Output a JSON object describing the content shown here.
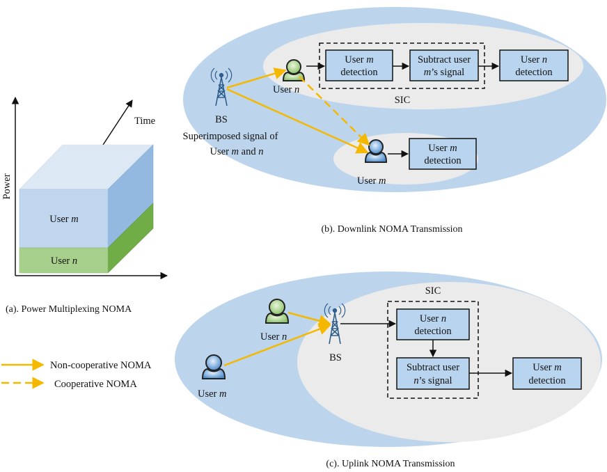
{
  "panel_a": {
    "axis_y": "Power",
    "axis_z": "Time",
    "layer_top": {
      "name": "User",
      "var": "m"
    },
    "layer_bottom": {
      "name": "User",
      "var": "n"
    },
    "caption": "(a).  Power Multiplexing  NOMA"
  },
  "legend": {
    "solid": "Non-cooperative NOMA",
    "dashed": "Cooperative NOMA",
    "color": "#f5b800"
  },
  "panel_b": {
    "bs": "BS",
    "superimposed_1": "Superimposed signal of",
    "superimposed_2": {
      "prefix": "User ",
      "m": "m",
      "mid": " and ",
      "n": "n"
    },
    "user_n": {
      "name": "User",
      "var": "n"
    },
    "user_m": {
      "name": "User",
      "var": "m"
    },
    "box1": {
      "l1a": "User ",
      "l1v": "m",
      "l2": "detection"
    },
    "box2": {
      "l1": "Subtract user",
      "l2v": "m",
      "l2b": "’s signal"
    },
    "box3": {
      "l1a": "User ",
      "l1v": "n",
      "l2": "detection"
    },
    "box4": {
      "l1a": "User ",
      "l1v": "m",
      "l2": "detection"
    },
    "sic": "SIC",
    "caption": "(b). Downlink NOMA Transmission"
  },
  "panel_c": {
    "bs": "BS",
    "sic": "SIC",
    "user_n": {
      "name": "User",
      "var": "n"
    },
    "user_m": {
      "name": "User",
      "var": "m"
    },
    "box1": {
      "l1a": "User ",
      "l1v": "n",
      "l2": "detection"
    },
    "box2": {
      "l1": "Subtract user",
      "l2v": "n",
      "l2b": "’s signal"
    },
    "box3": {
      "l1a": "User ",
      "l1v": "m",
      "l2": "detection"
    },
    "caption": "(c). Uplink NOMA Transmission"
  },
  "colors": {
    "outer_ellipse": "#bcd5ec",
    "inner_ellipse": "#ebebeb",
    "box_fill": "#b9d4ee",
    "layer_m": "#c0d6ee",
    "layer_n": "#a8d08d",
    "arrow": "#f5b800",
    "tower": "#2f5e8e"
  }
}
